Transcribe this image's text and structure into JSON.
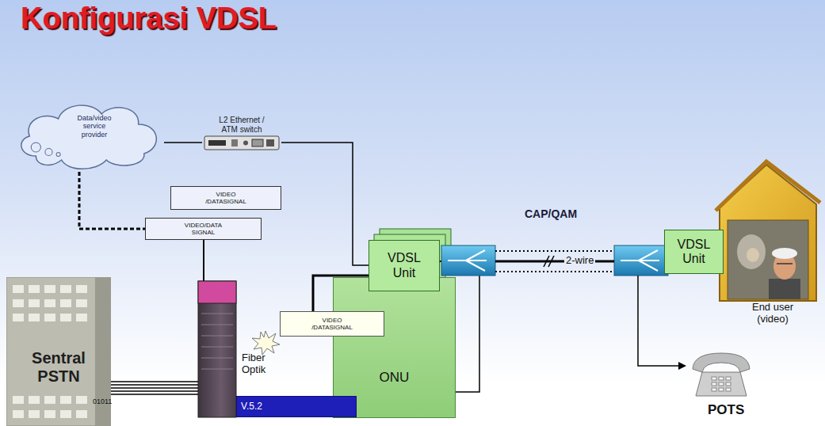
{
  "diagram": {
    "title": "Konfigurasi VDSL",
    "nodes": [
      {
        "text": [
          "Data/video service provider"
        ]
      },
      {
        "text": [
          "L2 Ethernet / ATM switch"
        ]
      },
      {
        "text": [
          "VIDEO /DATASIGNAL"
        ]
      },
      {
        "text": [
          "VIDEO/DATA SIGNAL"
        ]
      },
      {
        "text": [
          "Sentral PSTN"
        ]
      },
      {
        "text": [
          "VDSL Unit"
        ]
      },
      {
        "text": [
          "ONU"
        ]
      },
      {
        "text": [
          "VIDEO /DATASIGNAL"
        ]
      },
      {
        "text": [
          "V.5.2"
        ]
      },
      {
        "text": [
          "VDSL Unit"
        ]
      }
    ],
    "edges": [
      {
        "from": 0,
        "to": 1,
        "arrow": "none"
      },
      {
        "from": 1,
        "to": 5,
        "arrow": "none"
      },
      {
        "from": 0,
        "to": 3,
        "arrow": "none"
      },
      {
        "from": 7,
        "to": 5,
        "arrow": "none"
      }
    ],
    "labels": [
      "01011",
      "Fiber Optik",
      "CAP/QAM",
      "2-wire",
      "End user (video)",
      "POTS"
    ]
  }
}
